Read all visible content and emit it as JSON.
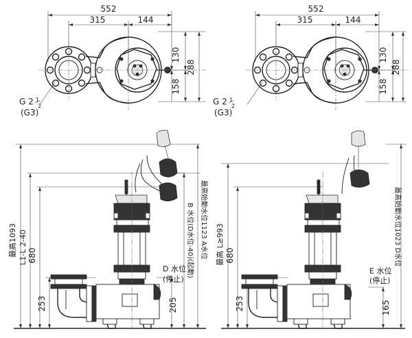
{
  "left": {
    "top_view": {
      "dim_total": "552",
      "dim_left": "315",
      "dim_right": "144",
      "dim_upper": "130",
      "dim_lower": "158",
      "dim_height": "288",
      "thread_main": "G 2",
      "thread_frac_num": "1",
      "thread_frac_den": "2",
      "thread_alt": "(G3)"
    },
    "side_view": {
      "max_height_label": "最高1093",
      "length_label": "L1-L 2-40",
      "dim_680": "680",
      "dim_253": "253",
      "dim_205": "205",
      "note_d": "D 水位",
      "note_d_sub": "(停止)",
      "note_b": "B 水位(D水位-40)(起動)",
      "note_max": "最高始動水位1123 A水位"
    }
  },
  "right": {
    "top_view": {
      "dim_total": "552",
      "dim_left": "315",
      "dim_right": "144",
      "dim_upper": "130",
      "dim_lower": "158",
      "dim_height": "288",
      "thread_main": "G 2",
      "thread_frac_num": "1",
      "thread_frac_den": "2",
      "thread_alt": "(G3)"
    },
    "side_view": {
      "max_height_label": "最高 L≥993",
      "dim_680": "680",
      "dim_253": "253",
      "dim_165": "165",
      "note_e": "E 水位",
      "note_e_sub": "(停止)",
      "note_max": "最高始動水位1023 D水位"
    }
  }
}
